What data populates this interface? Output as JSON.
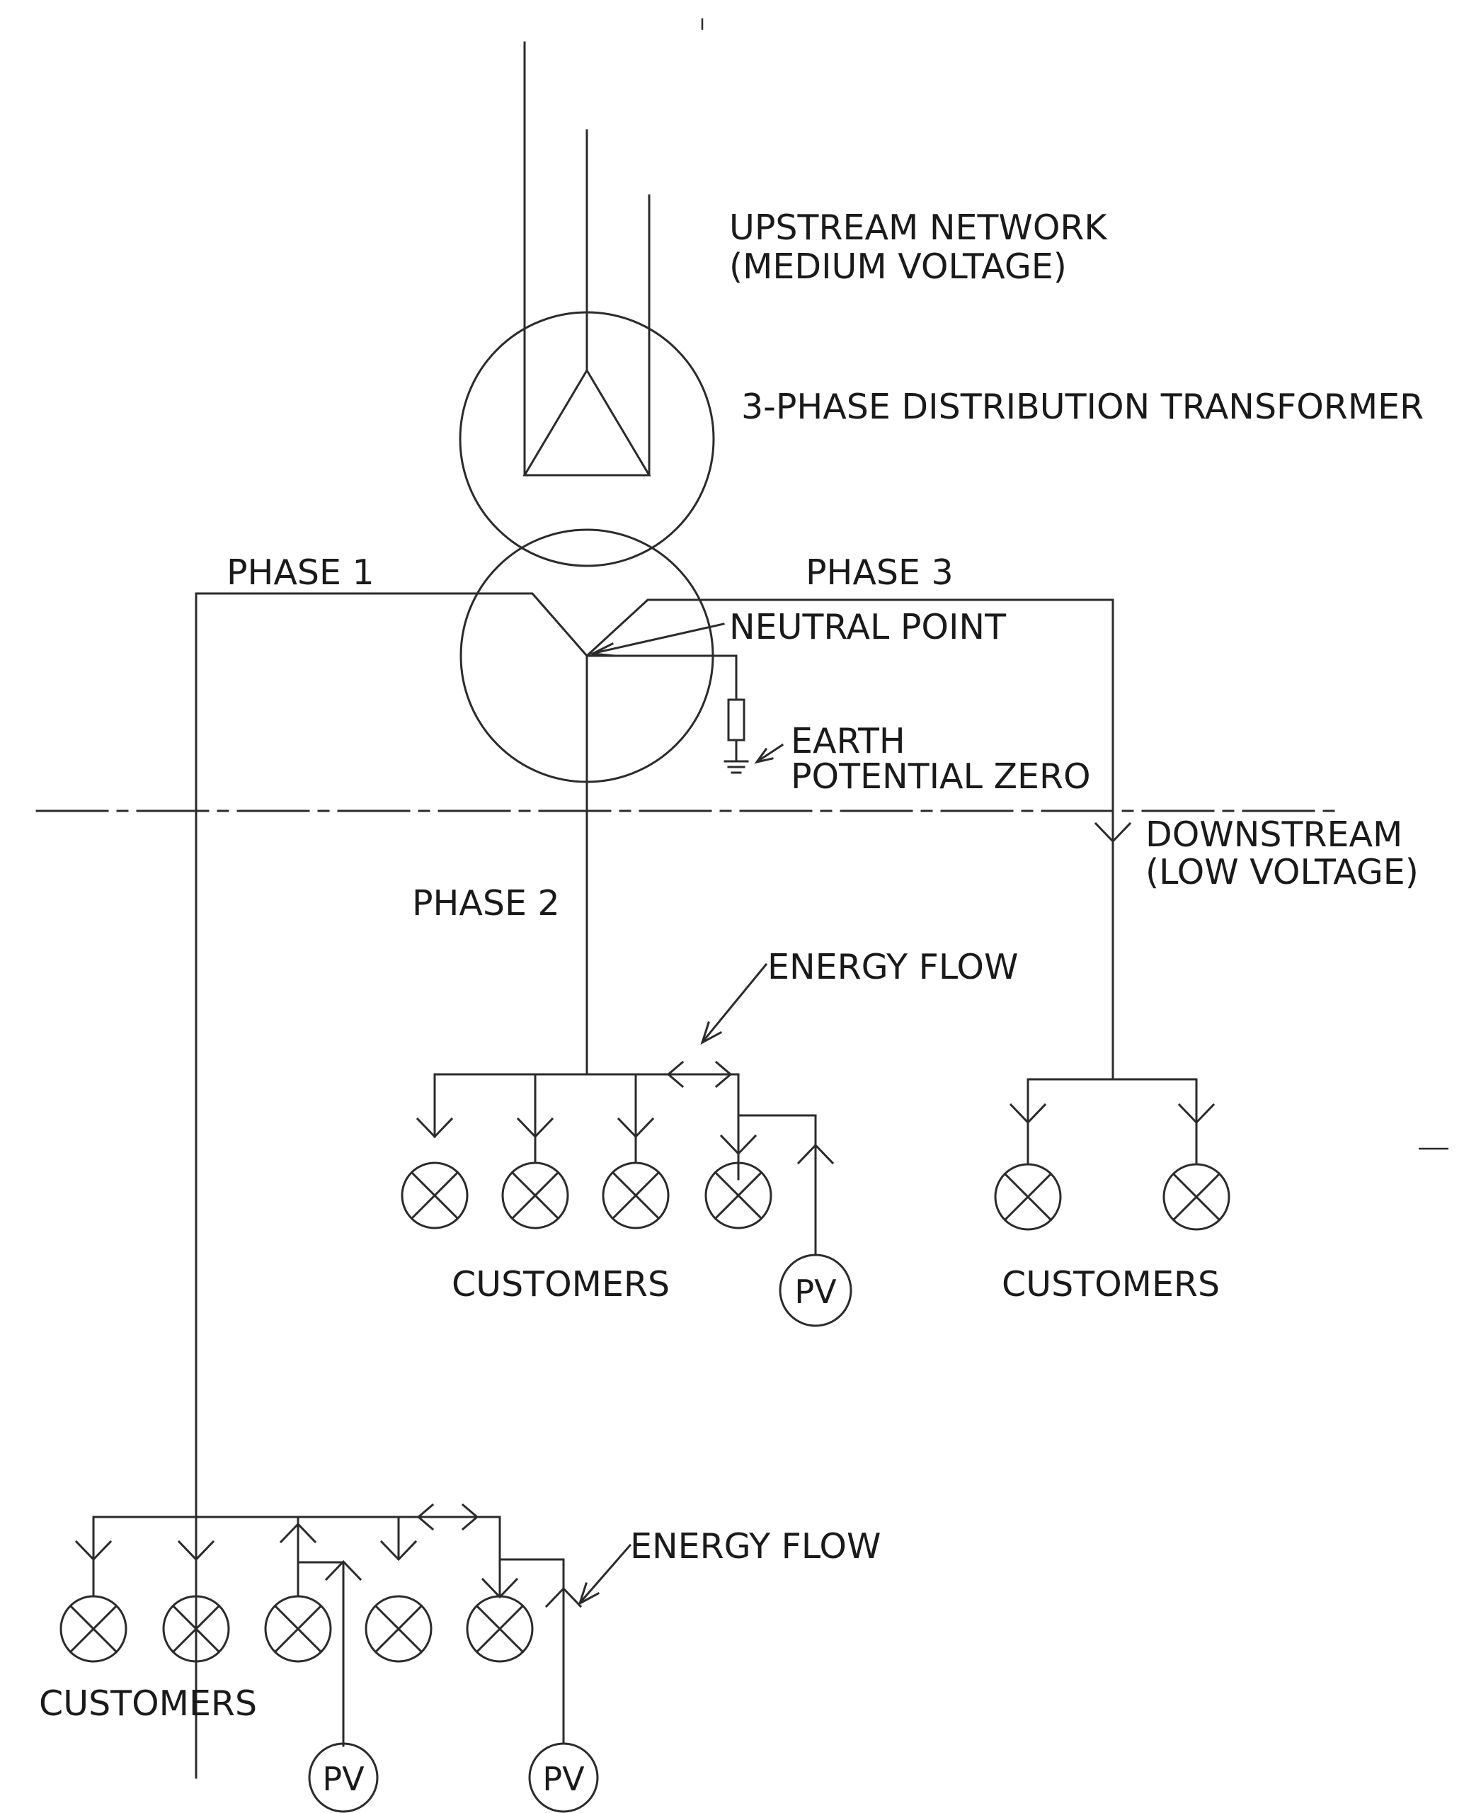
{
  "labels": {
    "upstream_line1": "UPSTREAM NETWORK",
    "upstream_line2": "(MEDIUM VOLTAGE)",
    "transformer": "3-PHASE DISTRIBUTION TRANSFORMER",
    "phase1": "PHASE 1",
    "phase2": "PHASE 2",
    "phase3": "PHASE 3",
    "neutral_point": "NEUTRAL POINT",
    "earth_line1": "EARTH",
    "earth_line2": "POTENTIAL ZERO",
    "downstream_line1": "DOWNSTREAM",
    "downstream_line2": "(LOW VOLTAGE)",
    "energy_flow_middle": "ENERGY FLOW",
    "energy_flow_bottom": "ENERGY FLOW",
    "customers_middle": "CUSTOMERS",
    "customers_right": "CUSTOMERS",
    "customers_bottom": "CUSTOMERS",
    "pv_middle": "PV",
    "pv_bottom_1": "PV",
    "pv_bottom_2": "PV"
  }
}
